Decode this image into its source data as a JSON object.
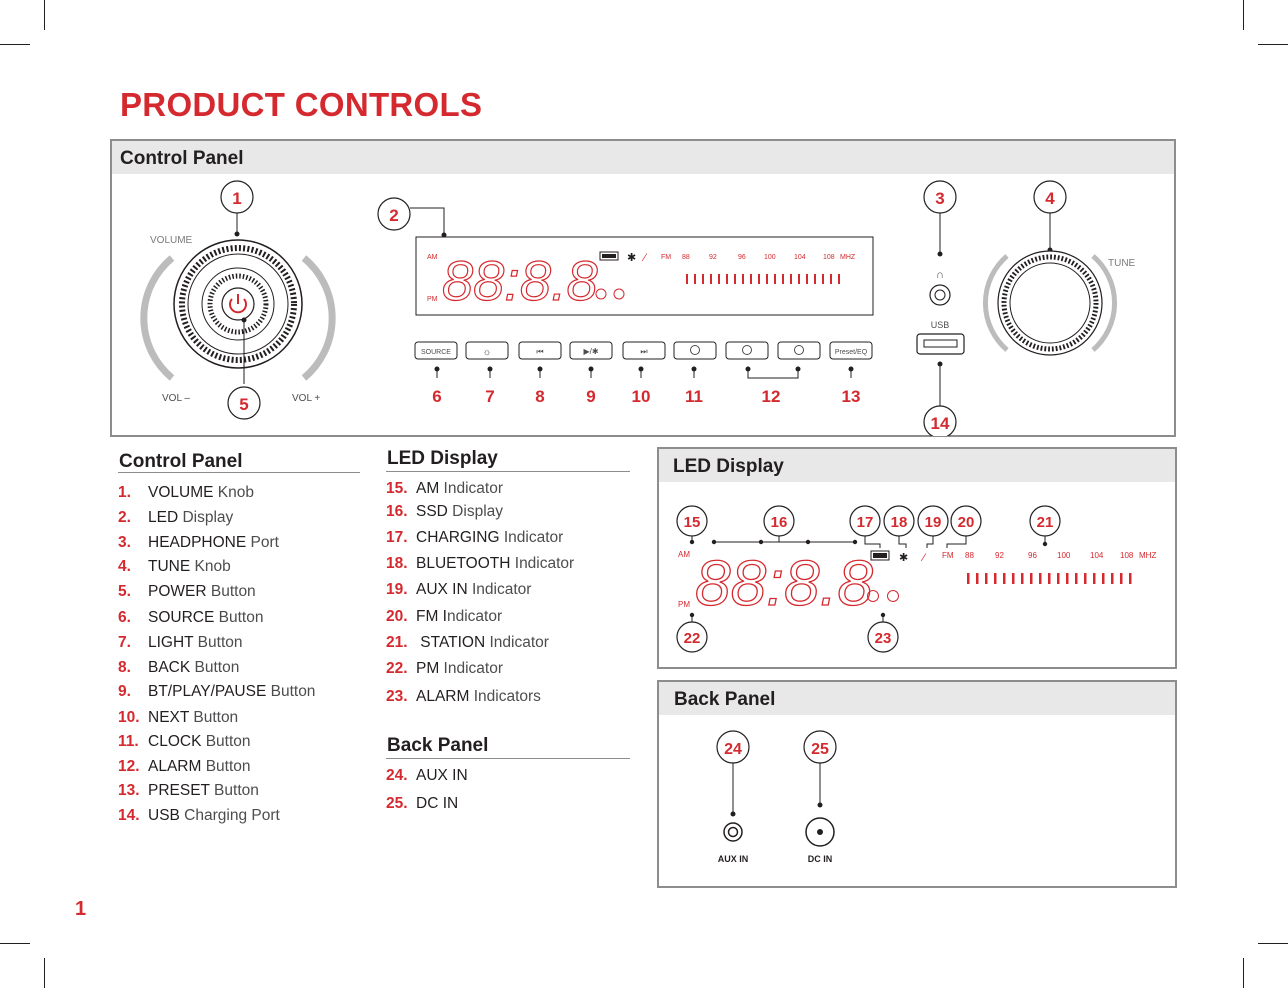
{
  "page": {
    "title": "PRODUCT CONTROLS",
    "page_number": "1"
  },
  "control_panel_diagram": {
    "header": "Control Panel",
    "volume_label": "VOLUME",
    "vol_minus": "VOL –",
    "vol_plus": "VOL +",
    "tune_label": "TUNE",
    "usb_label": "USB",
    "display_am": "AM",
    "display_pm": "PM",
    "display_fm": "FM",
    "display_digits": "88:8.8",
    "display_freqs": [
      "88",
      "92",
      "96",
      "100",
      "104",
      "108",
      "MHZ"
    ],
    "source_button": "SOURCE",
    "preset_button": "Preset/EQ",
    "play_button": "▶/✱",
    "callouts": [
      "1",
      "2",
      "3",
      "4",
      "5",
      "6",
      "7",
      "8",
      "9",
      "10",
      "11",
      "12",
      "13",
      "14"
    ]
  },
  "control_panel_list": {
    "heading": "Control Panel",
    "items": [
      {
        "num": "1.",
        "name": "VOLUME",
        "kind": " Knob"
      },
      {
        "num": "2.",
        "name": "LED",
        "kind": " Display"
      },
      {
        "num": "3.",
        "name": "HEADPHONE",
        "kind": " Port"
      },
      {
        "num": "4.",
        "name": "TUNE",
        "kind": " Knob"
      },
      {
        "num": "5.",
        "name": "POWER",
        "kind": " Button"
      },
      {
        "num": "6.",
        "name": "SOURCE",
        "kind": " Button"
      },
      {
        "num": "7.",
        "name": "LIGHT",
        "kind": " Button"
      },
      {
        "num": "8.",
        "name": "BACK",
        "kind": " Button"
      },
      {
        "num": "9.",
        "name": "BT/PLAY/PAUSE",
        "kind": " Button"
      },
      {
        "num": "10.",
        "name": "NEXT",
        "kind": " Button"
      },
      {
        "num": "11.",
        "name": "CLOCK",
        "kind": " Button"
      },
      {
        "num": "12.",
        "name": "ALARM",
        "kind": " Button"
      },
      {
        "num": "13.",
        "name": "PRESET",
        "kind": " Button"
      },
      {
        "num": "14.",
        "name": "USB",
        "kind": " Charging Port"
      }
    ]
  },
  "led_display_list": {
    "heading": "LED Display",
    "items": [
      {
        "num": "15.",
        "name": "AM",
        "kind": " Indicator"
      },
      {
        "num": "16.",
        "name": "SSD",
        "kind": " Display"
      },
      {
        "num": "17.",
        "name": "CHARGING",
        "kind": " Indicator"
      },
      {
        "num": "18.",
        "name": "BLUETOOTH",
        "kind": " Indicator"
      },
      {
        "num": "19.",
        "name": "AUX IN",
        "kind": " Indicator"
      },
      {
        "num": "20.",
        "name": "FM I",
        "kind": "ndicator"
      },
      {
        "num": "21.",
        "name": " STATION",
        "kind": " Indicator"
      },
      {
        "num": "22.",
        "name": "PM",
        "kind": " Indicator"
      },
      {
        "num": "23.",
        "name": "ALARM",
        "kind": " Indicators"
      }
    ]
  },
  "back_panel_list": {
    "heading": "Back Panel",
    "items": [
      {
        "num": "24.",
        "name": "AUX IN",
        "kind": ""
      },
      {
        "num": "25.",
        "name": "DC IN",
        "kind": ""
      }
    ]
  },
  "led_display_diagram": {
    "header": "LED Display",
    "callouts": [
      "15",
      "16",
      "17",
      "18",
      "19",
      "20",
      "21",
      "22",
      "23"
    ]
  },
  "back_panel_diagram": {
    "header": "Back Panel",
    "aux_label": "AUX IN",
    "dc_label": "DC IN",
    "callouts": [
      "24",
      "25"
    ]
  },
  "colors": {
    "accent_red": "#d42a2f",
    "panel_border": "#8d8d8d",
    "panel_header": "#e8e8e9",
    "text": "#231f20"
  }
}
